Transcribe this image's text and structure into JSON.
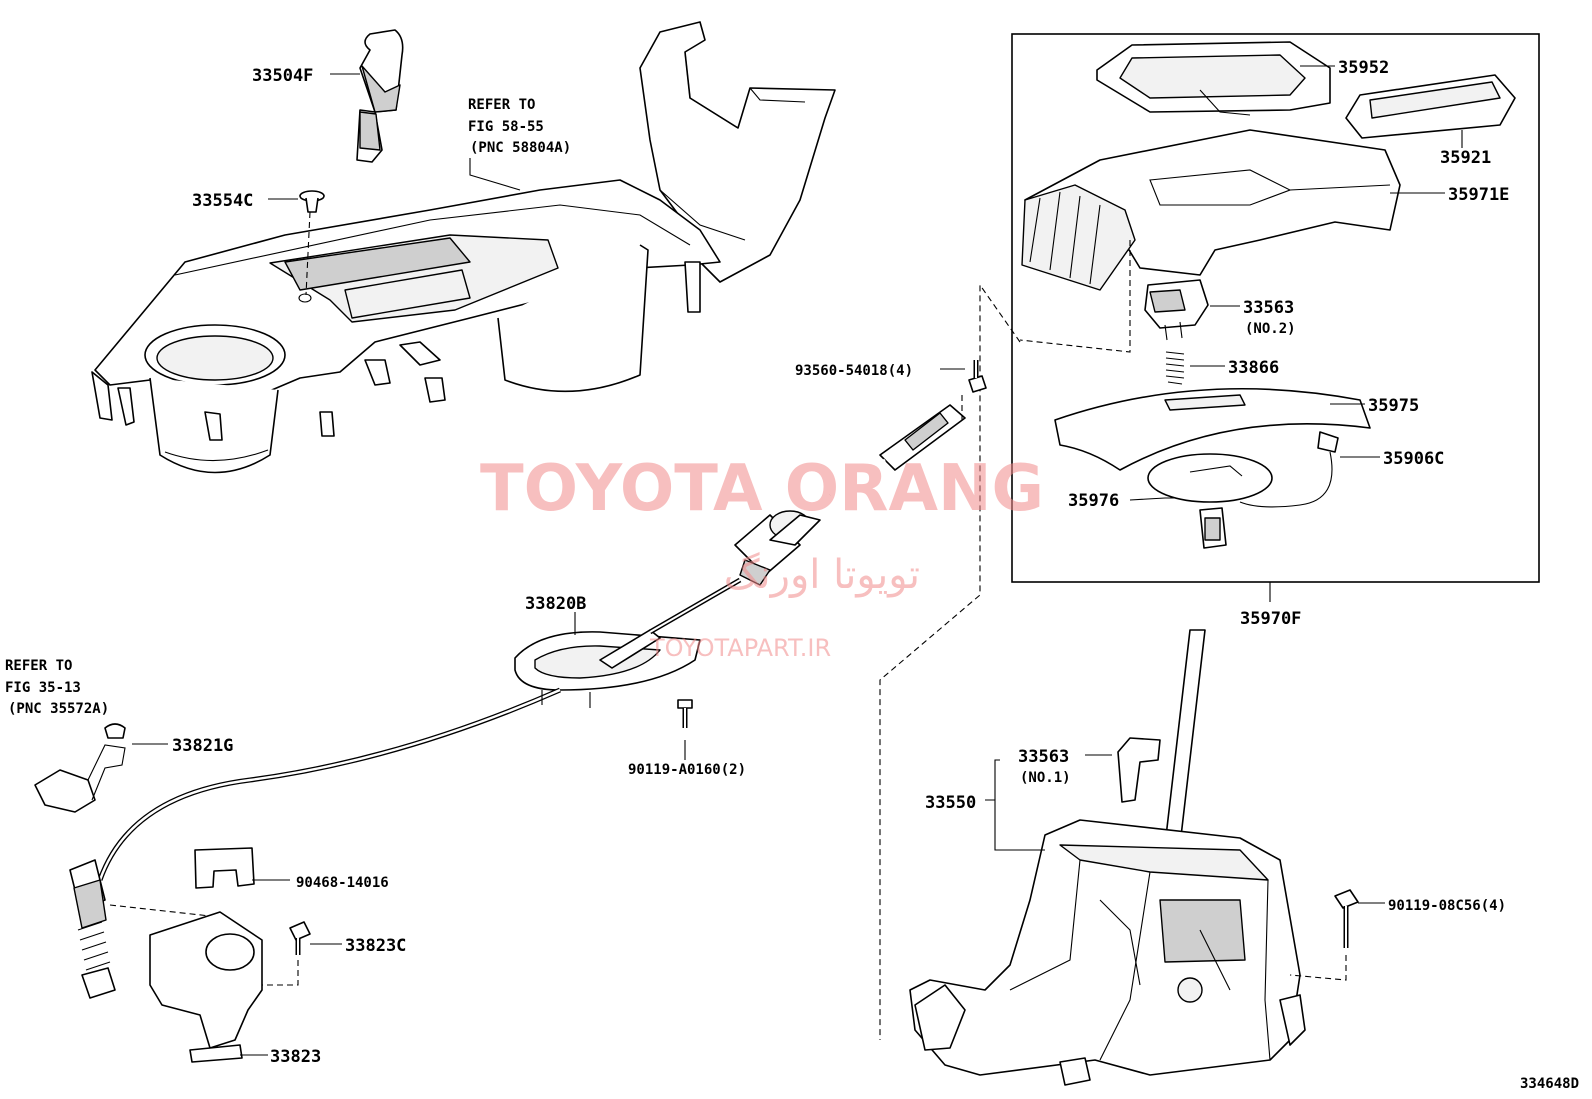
{
  "diagram_id": "334648D",
  "notes": {
    "console_ref": [
      "REFER TO",
      "FIG 58-55",
      "(PNC 58804A)"
    ],
    "bracket_ref": [
      "REFER TO",
      "FIG 35-13",
      "(PNC 35572A)"
    ]
  },
  "labels": {
    "p33504F": "33504F",
    "p33554C": "33554C",
    "p35952": "35952",
    "p35921": "35921",
    "p35971E": "35971E",
    "p33563_no2": "33563",
    "p33563_no2_sub": "(NO.2)",
    "p33866": "33866",
    "p35975": "35975",
    "p35906C": "35906C",
    "p35976": "35976",
    "p35970F": "35970F",
    "p93560": "93560-54018(4)",
    "p33820B": "33820B",
    "p90119_a0160": "90119-A0160(2)",
    "p33821G": "33821G",
    "p90468": "90468-14016",
    "p33823C": "33823C",
    "p33823": "33823",
    "p33563_no1": "33563",
    "p33563_no1_sub": "(NO.1)",
    "p33550": "33550",
    "p90119_08c56": "90119-08C56(4)"
  },
  "watermark": {
    "brand": "TOYOTA ORANG",
    "brand_fa": "تویوتا اورنگ",
    "url": "TOYOTAPART.IR",
    "color": "#f28b8b"
  }
}
